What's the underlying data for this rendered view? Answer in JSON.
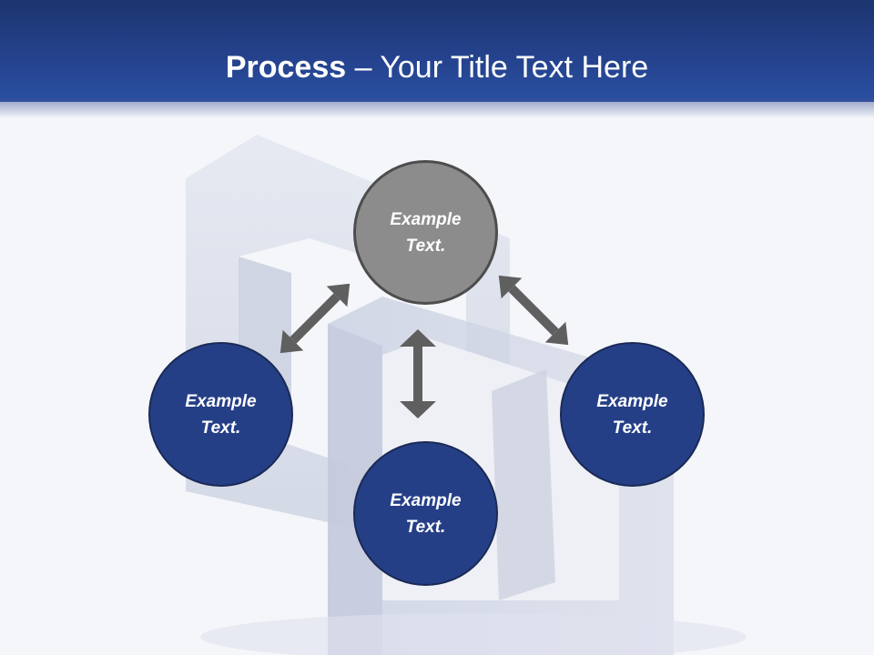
{
  "slide": {
    "title_bold": "Process",
    "title_rest": " – Your Title Text Here"
  },
  "nodes": {
    "top": {
      "line1": "Example",
      "line2": "Text."
    },
    "left": {
      "line1": "Example",
      "line2": "Text."
    },
    "right": {
      "line1": "Example",
      "line2": "Text."
    },
    "bottom": {
      "line1": "Example",
      "line2": "Text."
    }
  },
  "colors": {
    "header": "#233f87",
    "node_blue": "#253f87",
    "node_gray": "#8c8c8c",
    "arrow": "#5f5f5f"
  }
}
